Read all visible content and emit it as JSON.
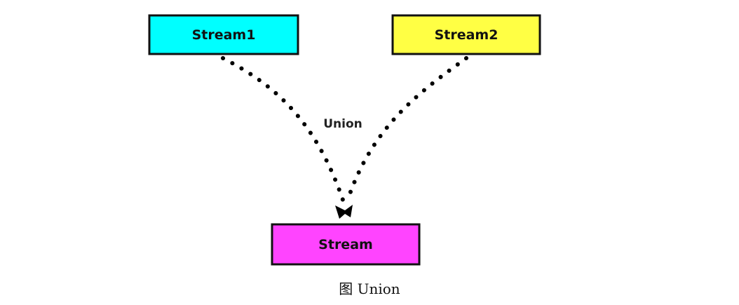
{
  "nodes": {
    "stream1": {
      "label": "Stream1",
      "fill": "#00FFFF"
    },
    "stream2": {
      "label": "Stream2",
      "fill": "#FFFF44"
    },
    "stream": {
      "label": "Stream",
      "fill": "#FF44FF"
    }
  },
  "edge_label": "Union",
  "caption": "图 Union",
  "colors": {
    "border": "#111111",
    "dots": "#000000"
  }
}
